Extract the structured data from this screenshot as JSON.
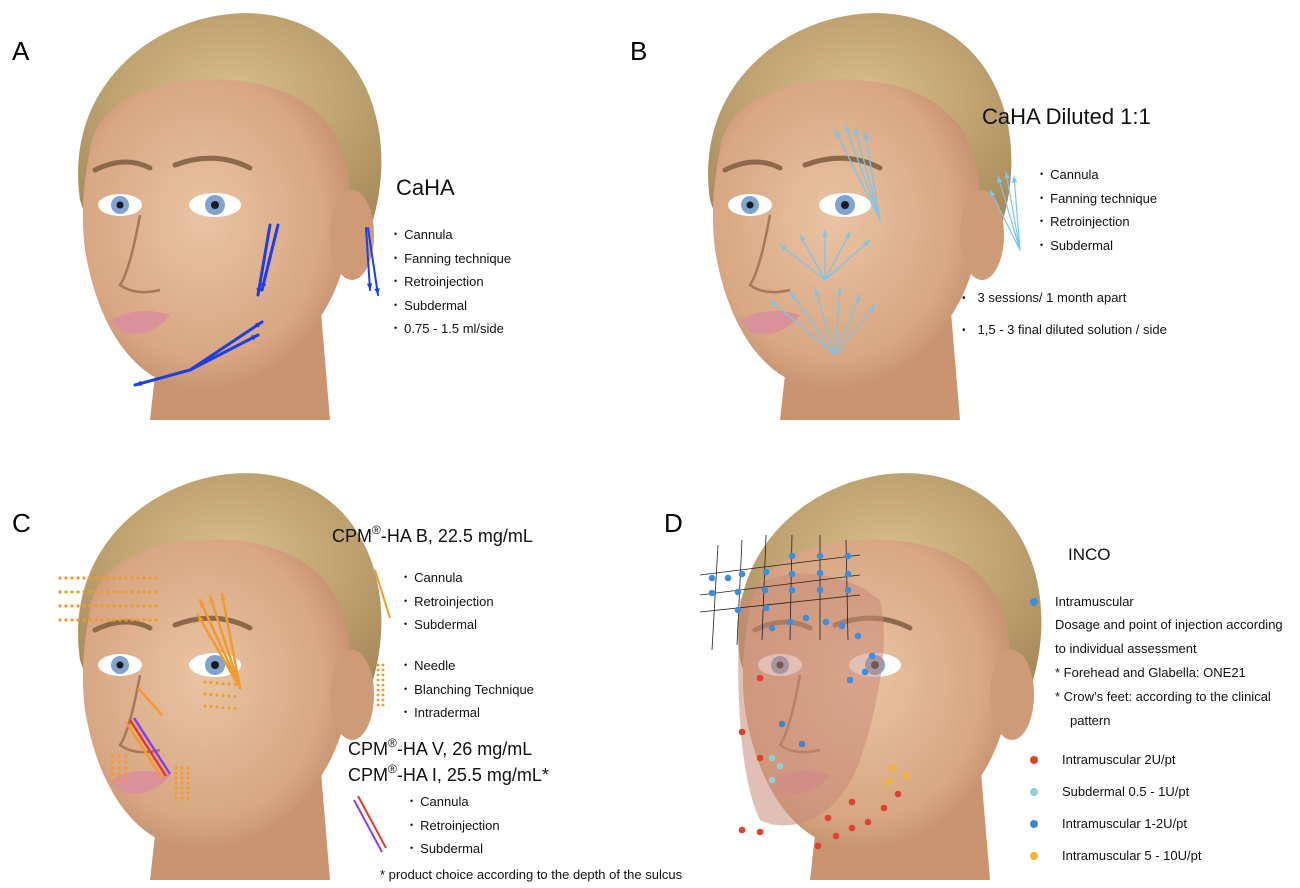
{
  "panels": {
    "a": {
      "letter": "A",
      "title": "CaHA",
      "bullets": [
        "Cannula",
        "Fanning technique",
        "Retroinjection",
        "Subdermal",
        "0.75 - 1.5 ml/side"
      ],
      "arrow_color": "#1d3fe0"
    },
    "b": {
      "letter": "B",
      "title": "CaHA Diluted 1:1",
      "bullets": [
        "Cannula",
        "Fanning technique",
        "Retroinjection",
        "Subdermal"
      ],
      "notes": [
        "3 sessions/ 1 month apart",
        "1,5 - 3 final diluted solution / side"
      ],
      "arrow_color": "#7cc4ec"
    },
    "c": {
      "letter": "C",
      "title1_main": "CPM",
      "title1_sup": "®",
      "title1_rest": "-HA B, 22.5 mg/mL",
      "group1": [
        "Cannula",
        "Retroinjection",
        "Subdermal"
      ],
      "group2": [
        "Needle",
        "Blanching Technique",
        "Intradermal"
      ],
      "title2_main": "CPM",
      "title2_sup": "®",
      "title2_rest": "-HA V, 26 mg/mL",
      "title3_main": "CPM",
      "title3_sup": "®",
      "title3_rest": "-HA I, 25.5 mg/mL*",
      "group3": [
        "Cannula",
        "Retroinjection",
        "Subdermal"
      ],
      "footnote": "* product choice according to the depth of the sulcus",
      "colors": {
        "orange": "#f29a2e",
        "red": "#e23a2c",
        "purple": "#8a3df0"
      }
    },
    "d": {
      "letter": "D",
      "title": "INCO",
      "intro_label": "Intramuscular",
      "intro_lines": [
        "Dosage and point of injection according",
        "to individual assessment",
        "*  Forehead and Glabella: ONE21",
        "*  Crow’s feet: according to the clinical",
        "pattern"
      ],
      "legend": [
        {
          "label": "Intramuscular 2U/pt",
          "color": "#e2402e"
        },
        {
          "label": "Subdermal 0.5 - 1U/pt",
          "color": "#8fd0d6"
        },
        {
          "label": "Intramuscular 1-2U/pt",
          "color": "#3f86c8"
        },
        {
          "label": "Intramuscular 5 - 10U/pt",
          "color": "#f2b531"
        }
      ],
      "blue_dot": "#3c8ee0"
    }
  }
}
